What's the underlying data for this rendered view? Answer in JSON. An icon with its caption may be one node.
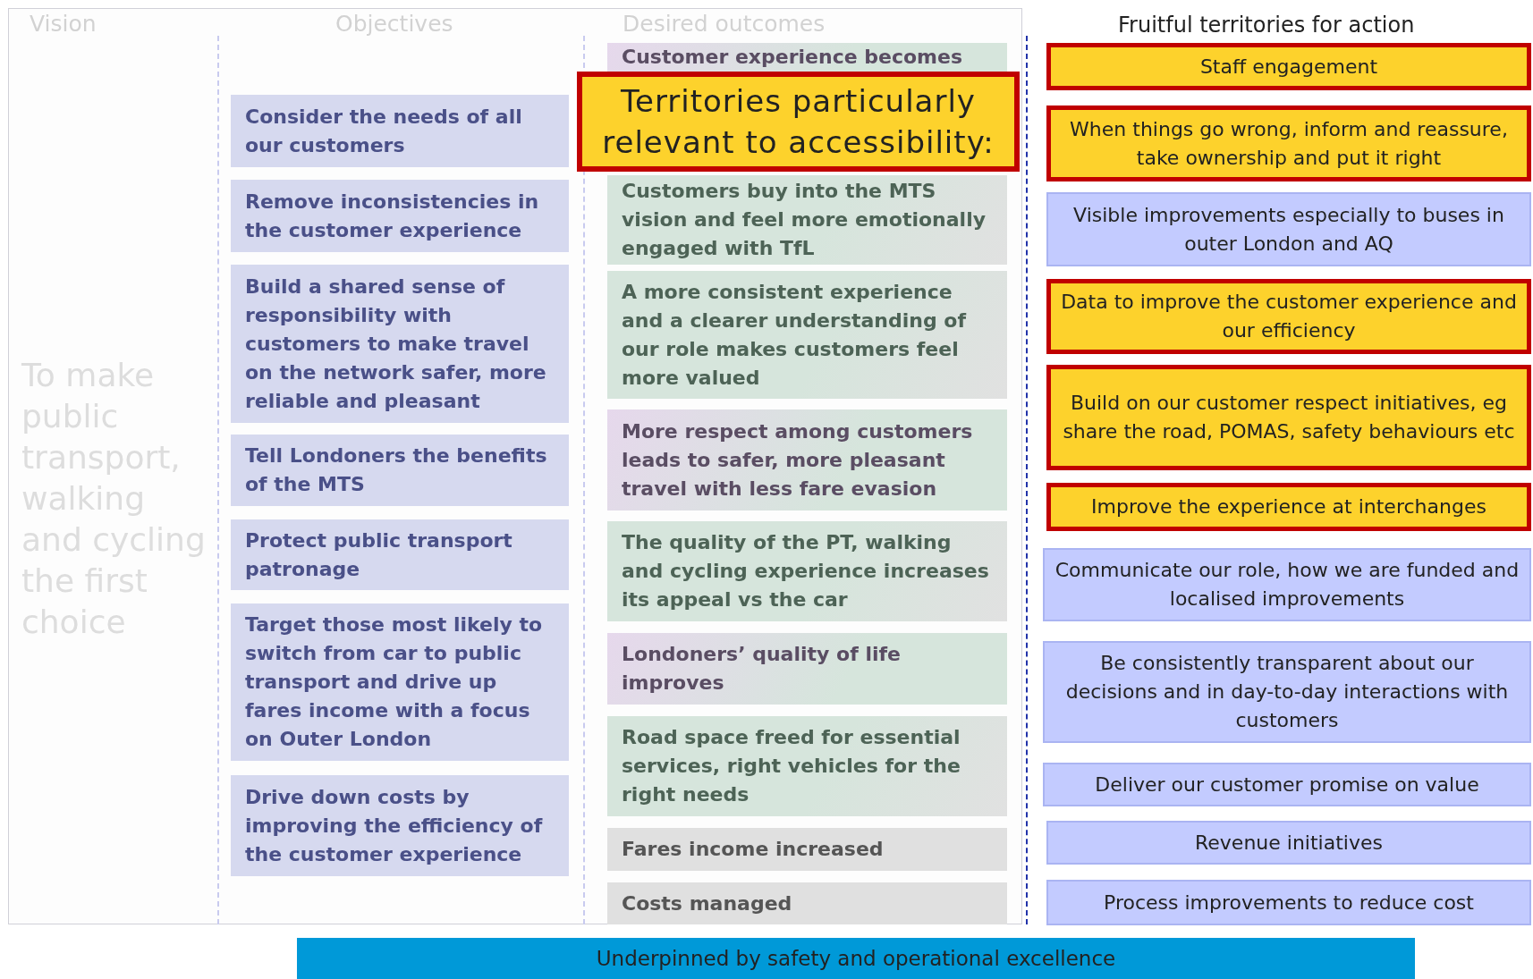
{
  "diagram": {
    "nodes": [
      {
        "text": [
          "Territories particularly relevant to accessibility:"
        ]
      },
      {
        "text": [
          "Consider the needs of all our customers"
        ]
      },
      {
        "text": [
          "Remove inconsistencies in the customer experience"
        ]
      },
      {
        "text": [
          "Build a shared sense of responsibility with customers to make travel on the network safer, more reliable and pleasant"
        ]
      },
      {
        "text": [
          "Tell Londoners the benefits of the MTS"
        ]
      },
      {
        "text": [
          "Protect public transport patronage"
        ]
      },
      {
        "text": [
          "Target those most likely to switch from car to public transport and drive up fares income with a focus on Outer London"
        ]
      },
      {
        "text": [
          "Drive down costs by improving the efficiency of the customer experience"
        ]
      },
      {
        "text": [
          "Customer experience becomes"
        ]
      },
      {
        "text": [
          "Customers buy into the MTS vision and feel more emotionally engaged with TfL"
        ]
      },
      {
        "text": [
          "A more consistent experience and a clearer understanding of our role makes customers feel more valued"
        ]
      },
      {
        "text": [
          "More respect among customers leads to safer, more pleasant travel with less fare evasion"
        ]
      },
      {
        "text": [
          "The quality of the PT, walking and cycling experience increases its appeal vs the car"
        ]
      },
      {
        "text": [
          "Londoners’ quality of life improves"
        ]
      },
      {
        "text": [
          "Road space freed for essential services, right vehicles for the right needs"
        ]
      },
      {
        "text": [
          "Fares income increased"
        ]
      },
      {
        "text": [
          "Costs managed"
        ]
      },
      {
        "text": [
          "Staff engagement"
        ]
      },
      {
        "text": [
          "When things go wrong, inform and reassure, take ownership and put it right"
        ]
      },
      {
        "text": [
          "Visible improvements especially to buses in outer London and AQ"
        ]
      },
      {
        "text": [
          "Data to improve the customer experience and our efficiency"
        ]
      },
      {
        "text": [
          "Build on our customer respect initiatives, eg share the road, POMAS, safety behaviours etc"
        ]
      },
      {
        "text": [
          "Improve the experience at interchanges"
        ]
      },
      {
        "text": [
          "Communicate our role, how we are funded and localised improvements"
        ]
      },
      {
        "text": [
          "Be consistently transparent about our decisions and in day-to-day interactions with customers"
        ]
      },
      {
        "text": [
          "Deliver our customer promise on value"
        ]
      },
      {
        "text": [
          "Revenue initiatives"
        ]
      },
      {
        "text": [
          "Process improvements to reduce cost"
        ]
      },
      {
        "text": [
          "Underpinned by safety and operational excellence"
        ]
      }
    ],
    "edges": [],
    "labels": [
      "Vision",
      "Objectives",
      "Desired outcomes",
      "Fruitful territories for action",
      "To make public transport, walking and cycling the first choice"
    ]
  }
}
